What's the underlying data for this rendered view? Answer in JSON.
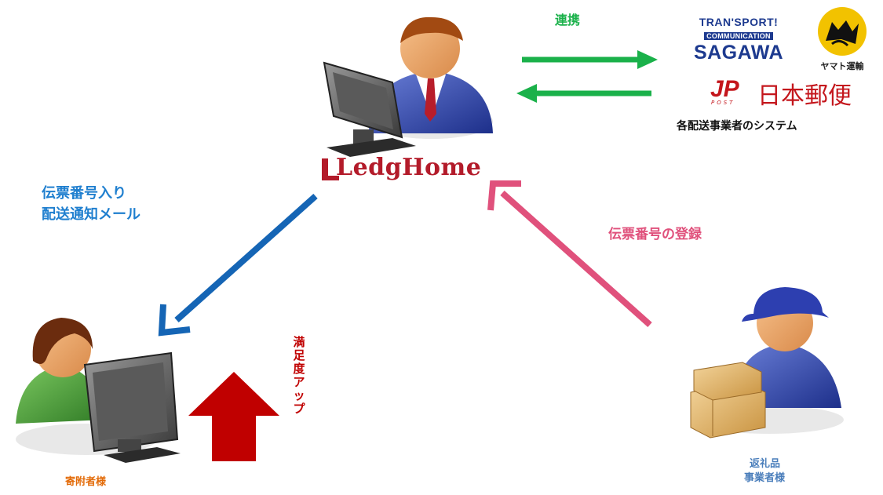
{
  "brand": {
    "logo_text": "LedgHome"
  },
  "labels": {
    "renkei": "連携",
    "carriers_caption": "各配送事業者のシステム",
    "notify_line1": "伝票番号入り",
    "notify_line2": "配送通知メール",
    "register": "伝票番号の登録",
    "satisfaction": [
      "満",
      "足",
      "度",
      "ア",
      "ッ",
      "プ"
    ],
    "donor": "寄附者様",
    "supplier_line1": "返礼品",
    "supplier_line2": "事業者様"
  },
  "carriers": {
    "sagawa_line1": "TRAN'SPORT!",
    "sagawa_line2": "COMMUNICATION",
    "sagawa_line3": "SAGAWA",
    "yamato": "ヤマト運輸",
    "jp_mark": "JP",
    "jp_post": "POST",
    "japan_post": "日本郵便"
  },
  "colors": {
    "green": "#1ab14a",
    "blue": "#1565b5",
    "pink": "#e0517c",
    "orange": "#e36c0a",
    "red": "#c00000",
    "steel_blue": "#4a7ebb"
  }
}
